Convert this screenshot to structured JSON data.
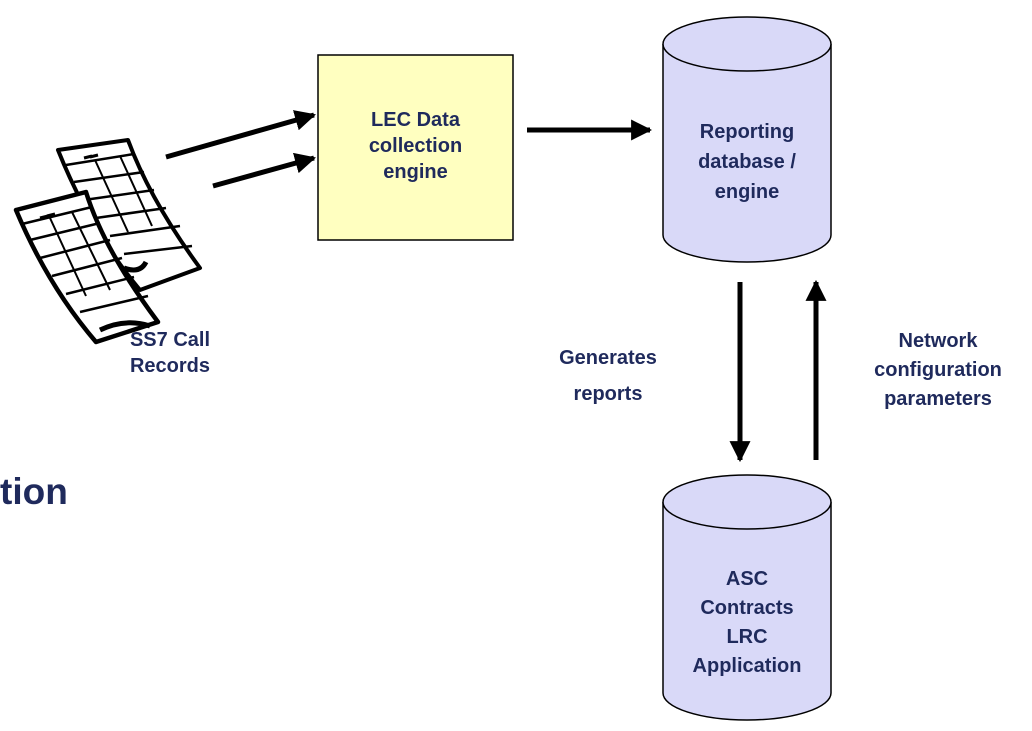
{
  "colors": {
    "text": "#1f2a5c",
    "collection_box_fill": "#ffffc0",
    "cylinder_fill": "#d9d9f8",
    "stroke": "#000000"
  },
  "partial_title": "tion",
  "call_records": {
    "icon": "paper-documents-icon",
    "label_lines": [
      "SS7 Call",
      "Records"
    ]
  },
  "collection_engine": {
    "label_lines": [
      "LEC Data",
      "collection",
      "engine"
    ]
  },
  "reporting_db": {
    "label_lines": [
      "Reporting",
      "database /",
      "engine"
    ]
  },
  "asc_app": {
    "label_lines": [
      "ASC",
      "Contracts",
      "LRC",
      "Application"
    ]
  },
  "flows": {
    "down_label_lines": [
      "Generates",
      "reports"
    ],
    "up_label_lines": [
      "Network",
      "configuration",
      "parameters"
    ]
  }
}
